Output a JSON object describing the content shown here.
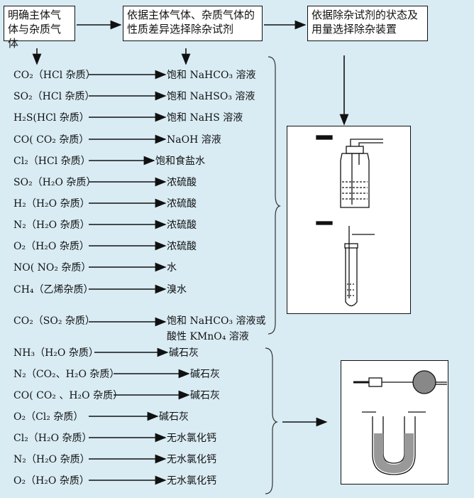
{
  "flow": {
    "step1": "明确主体气体与杂质气体",
    "step2": "依据主体气体、杂质气体的性质差异选择除杂试剂",
    "step3": "依据除杂试剂的状态及用量选择除杂装置"
  },
  "group_liquid": [
    {
      "impurity": "CO₂（HCl 杂质）",
      "reagent": "饱和 NaHCO₃ 溶液"
    },
    {
      "impurity": "SO₂（HCl 杂质）",
      "reagent": "饱和 NaHSO₃ 溶液"
    },
    {
      "impurity": "H₂S(HCl 杂质）",
      "reagent": "饱和 NaHS 溶液"
    },
    {
      "impurity": "CO( CO₂ 杂质）",
      "reagent": "NaOH 溶液"
    },
    {
      "impurity": "Cl₂（HCl 杂质）",
      "reagent": "饱和食盐水"
    },
    {
      "impurity": "SO₂（H₂O 杂质）",
      "reagent": "浓硫酸"
    },
    {
      "impurity": "H₂（H₂O 杂质）",
      "reagent": "浓硫酸"
    },
    {
      "impurity": "N₂（H₂O 杂质）",
      "reagent": "浓硫酸"
    },
    {
      "impurity": "O₂（H₂O 杂质）",
      "reagent": "浓硫酸"
    },
    {
      "impurity": "NO( NO₂ 杂质）",
      "reagent": "水"
    },
    {
      "impurity": "CH₄（乙烯杂质）",
      "reagent": "溴水"
    },
    {
      "impurity": "CO₂（SO₂ 杂质）",
      "reagent": "饱和 NaHCO₃ 溶液或",
      "reagent2": "酸性 KMnO₄ 溶液"
    }
  ],
  "group_solid": [
    {
      "impurity": "NH₃（H₂O 杂质）",
      "reagent": "碱石灰"
    },
    {
      "impurity": "N₂（CO₂、H₂O 杂质）",
      "reagent": "碱石灰"
    },
    {
      "impurity": "CO( CO₂ 、H₂O 杂质）",
      "reagent": "碱石灰"
    },
    {
      "impurity": "O₂（Cl₂ 杂质）",
      "reagent": "碱石灰"
    },
    {
      "impurity": "Cl₂（H₂O 杂质）",
      "reagent": "无水氯化钙"
    },
    {
      "impurity": "N₂（H₂O 杂质）",
      "reagent": "无水氯化钙"
    },
    {
      "impurity": "O₂（H₂O 杂质）",
      "reagent": "无水氯化钙"
    }
  ]
}
